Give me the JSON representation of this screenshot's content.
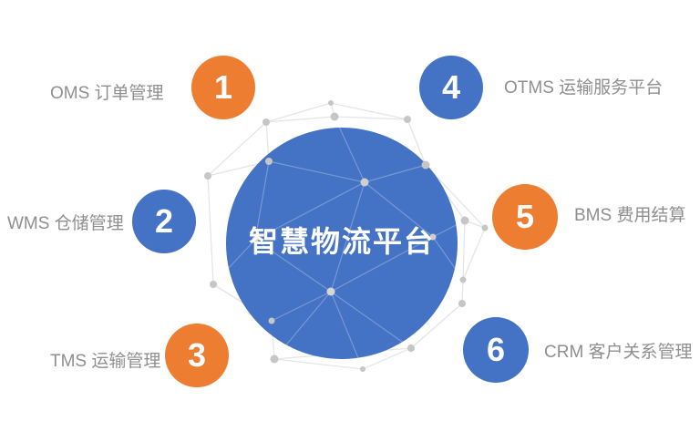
{
  "diagram": {
    "center": {
      "label": "智慧物流平台",
      "color": "#4472C4",
      "text_color": "#ffffff"
    },
    "satellites": [
      {
        "number": "1",
        "label": "OMS 订单管理",
        "color": "#ED7D31",
        "label_side": "left"
      },
      {
        "number": "2",
        "label": "WMS 仓储管理",
        "color": "#4472C4",
        "label_side": "left"
      },
      {
        "number": "3",
        "label": "TMS 运输管理",
        "color": "#ED7D31",
        "label_side": "left"
      },
      {
        "number": "4",
        "label": "OTMS 运输服务平台",
        "color": "#4472C4",
        "label_side": "right"
      },
      {
        "number": "5",
        "label": "BMS 费用结算",
        "color": "#ED7D31",
        "label_side": "right"
      },
      {
        "number": "6",
        "label": "CRM 客户关系管理",
        "color": "#4472C4",
        "label_side": "right"
      }
    ],
    "colors": {
      "blue": "#4472C4",
      "orange": "#ED7D31",
      "label_gray": "#8f8f8f",
      "mesh_line": "#e4e4e4",
      "mesh_dot": "#c6c6c6",
      "background": "#ffffff"
    }
  }
}
